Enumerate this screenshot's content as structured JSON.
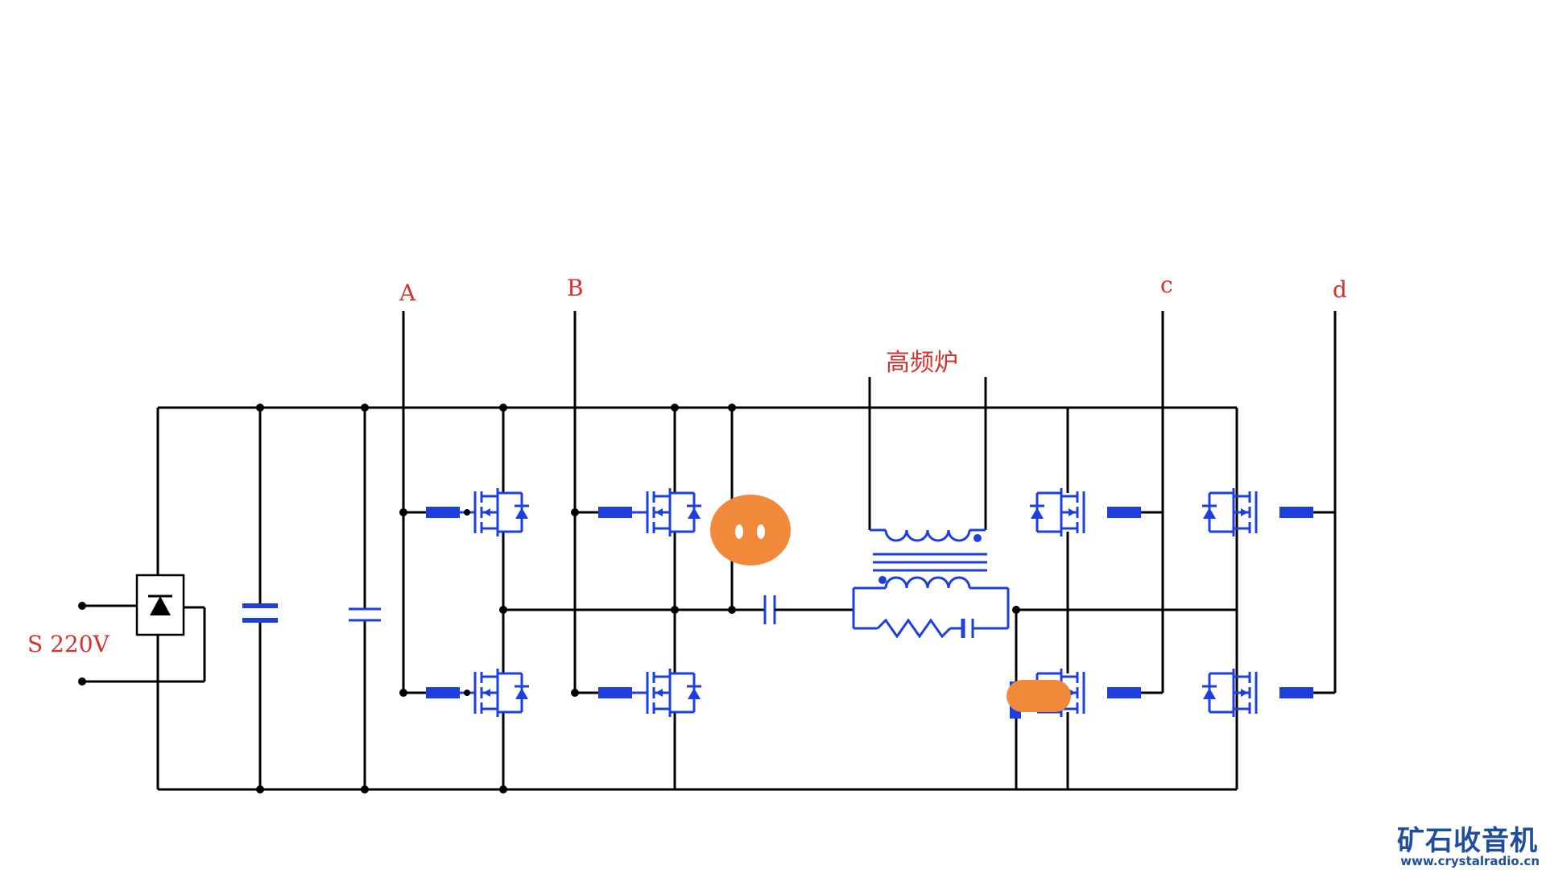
{
  "labels": {
    "node_a": "A",
    "node_b": "B",
    "node_c": "c",
    "node_d": "d",
    "furnace": "高频炉",
    "source": "S 220V"
  },
  "watermark": {
    "name": "矿石收音机",
    "url": "www.crystalradio.cn"
  },
  "colors": {
    "wire": "#000000",
    "component": "#1d3fe0",
    "label": "#d8302b",
    "redaction": "#f08a3a",
    "watermark": "#1f4e9a"
  }
}
